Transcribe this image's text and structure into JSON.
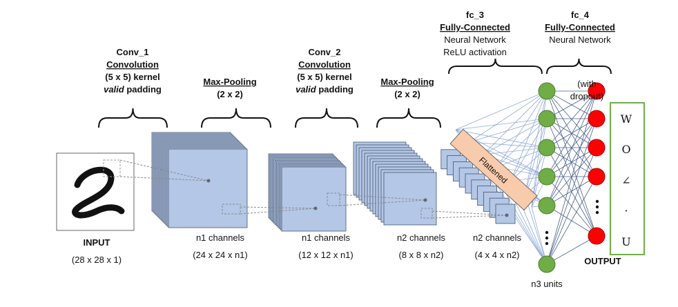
{
  "input": {
    "title": "INPUT",
    "dims": "(28 x 28 x 1)",
    "digit": "2"
  },
  "conv1": {
    "name": "Conv_1",
    "type": "Convolution",
    "kernel": "(5 x 5) kernel",
    "pad_word": "valid",
    "pad_rest": " padding",
    "channels": "n1 channels",
    "dims": "(24 x 24 x n1)"
  },
  "pool1": {
    "name": "Max-Pooling",
    "size": "(2 x 2)",
    "channels": "n1 channels",
    "dims": "(12 x 12 x n1)"
  },
  "conv2": {
    "name": "Conv_2",
    "type": "Convolution",
    "kernel": "(5 x 5) kernel",
    "pad_word": "valid",
    "pad_rest": " padding",
    "channels": "n2 channels",
    "dims": "(8 x 8 x n2)"
  },
  "pool2": {
    "name": "Max-Pooling",
    "size": "(2 x 2)",
    "channels": "n2 channels",
    "dims": "(4 x 4 x n2)"
  },
  "flatten": {
    "label": "Flattened"
  },
  "fc3": {
    "name": "fc_3",
    "type": "Fully-Connected",
    "line1": "Neural Network",
    "line2": "ReLU activation",
    "units": "n3 units"
  },
  "fc4": {
    "name": "fc_4",
    "type": "Fully-Connected",
    "line1": "Neural Network",
    "dropout1": "(with",
    "dropout2": "dropout)",
    "output": "OUTPUT"
  },
  "output_box": {
    "chars": [
      "W",
      "O",
      "∠",
      "·",
      "U"
    ]
  },
  "colors": {
    "feature_map": "#b4c7e7",
    "feature_edge": "#44546a",
    "hidden_node": "#70ad47",
    "output_node": "#ff0000",
    "flatten_fill": "#f8cbad",
    "box_border": "#70ad47",
    "link": "#8fa9d8"
  }
}
